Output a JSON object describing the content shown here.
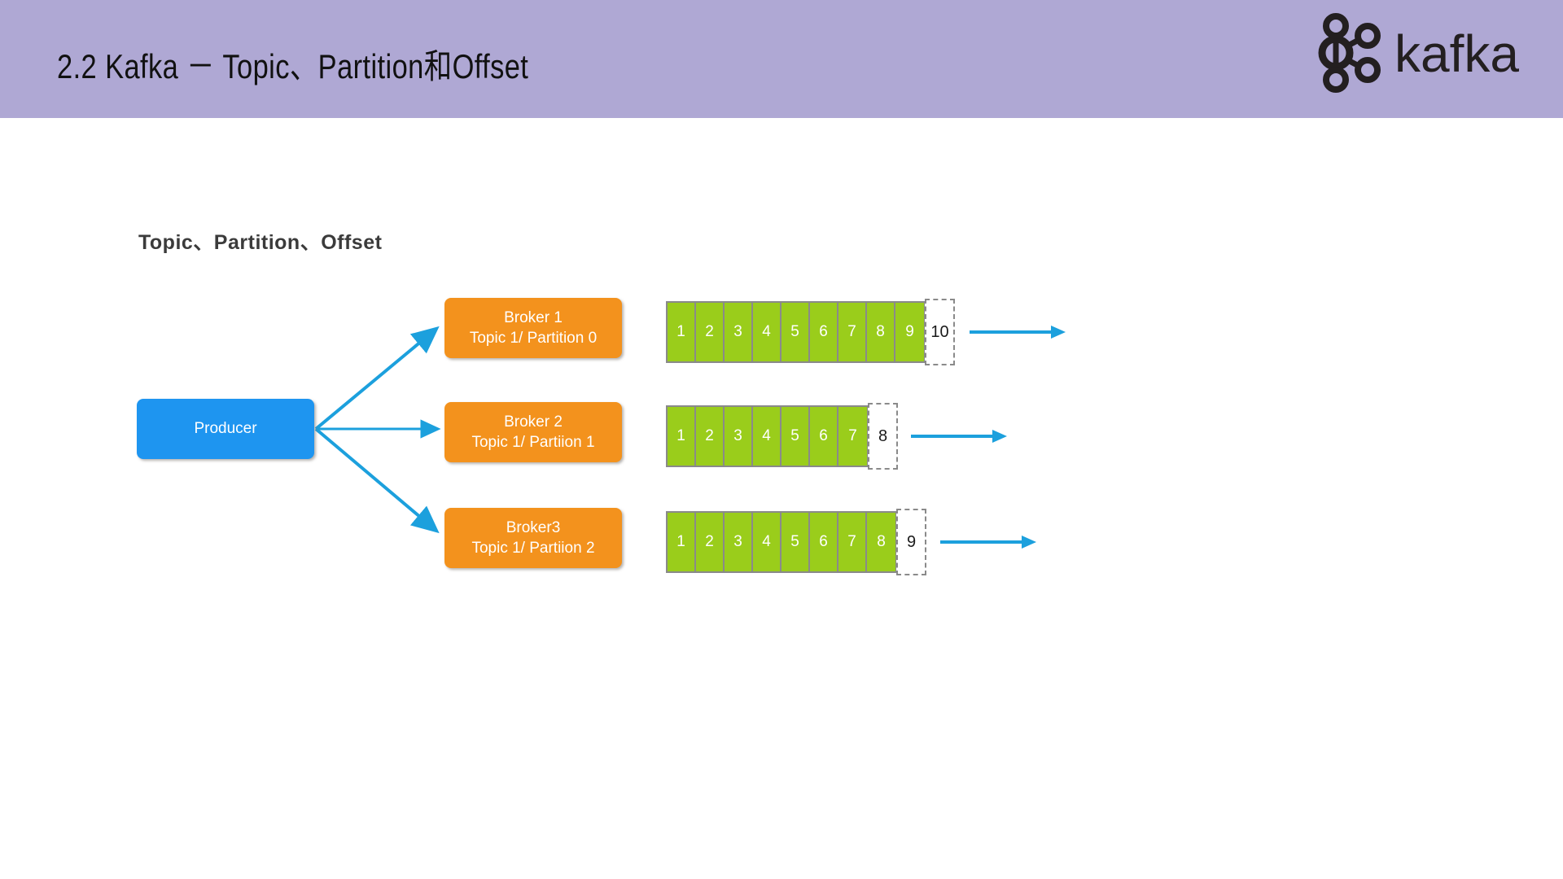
{
  "header": {
    "title": "2.2 Kafka － Topic、Partition和Offset",
    "band_color": "#AFA8D4",
    "logo": {
      "name": "kafka-logo",
      "wordmark": "kafka",
      "color": "#231F20"
    }
  },
  "subtitle": "Topic、Partition、Offset",
  "colors": {
    "producer": "#1E95F0",
    "broker": "#F3921D",
    "partition_cell": "#9ACD1B",
    "arrow": "#1CA0DD",
    "cell_border": "#8A8A8A",
    "next_offset_text": "#1A1A1A"
  },
  "diagram": {
    "producer": {
      "label": "Producer"
    },
    "brokers": [
      {
        "name": "Broker 1",
        "topic_partition": "Topic 1/ Partition 0"
      },
      {
        "name": "Broker 2",
        "topic_partition": "Topic 1/ Partiion 1"
      },
      {
        "name": "Broker3",
        "topic_partition": "Topic 1/ Partiion 2"
      }
    ],
    "partitions": [
      {
        "offsets": [
          "1",
          "2",
          "3",
          "4",
          "5",
          "6",
          "7",
          "8",
          "9"
        ],
        "next_offset": "10"
      },
      {
        "offsets": [
          "1",
          "2",
          "3",
          "4",
          "5",
          "6",
          "7"
        ],
        "next_offset": "8"
      },
      {
        "offsets": [
          "1",
          "2",
          "3",
          "4",
          "5",
          "6",
          "7",
          "8"
        ],
        "next_offset": "9"
      }
    ]
  }
}
